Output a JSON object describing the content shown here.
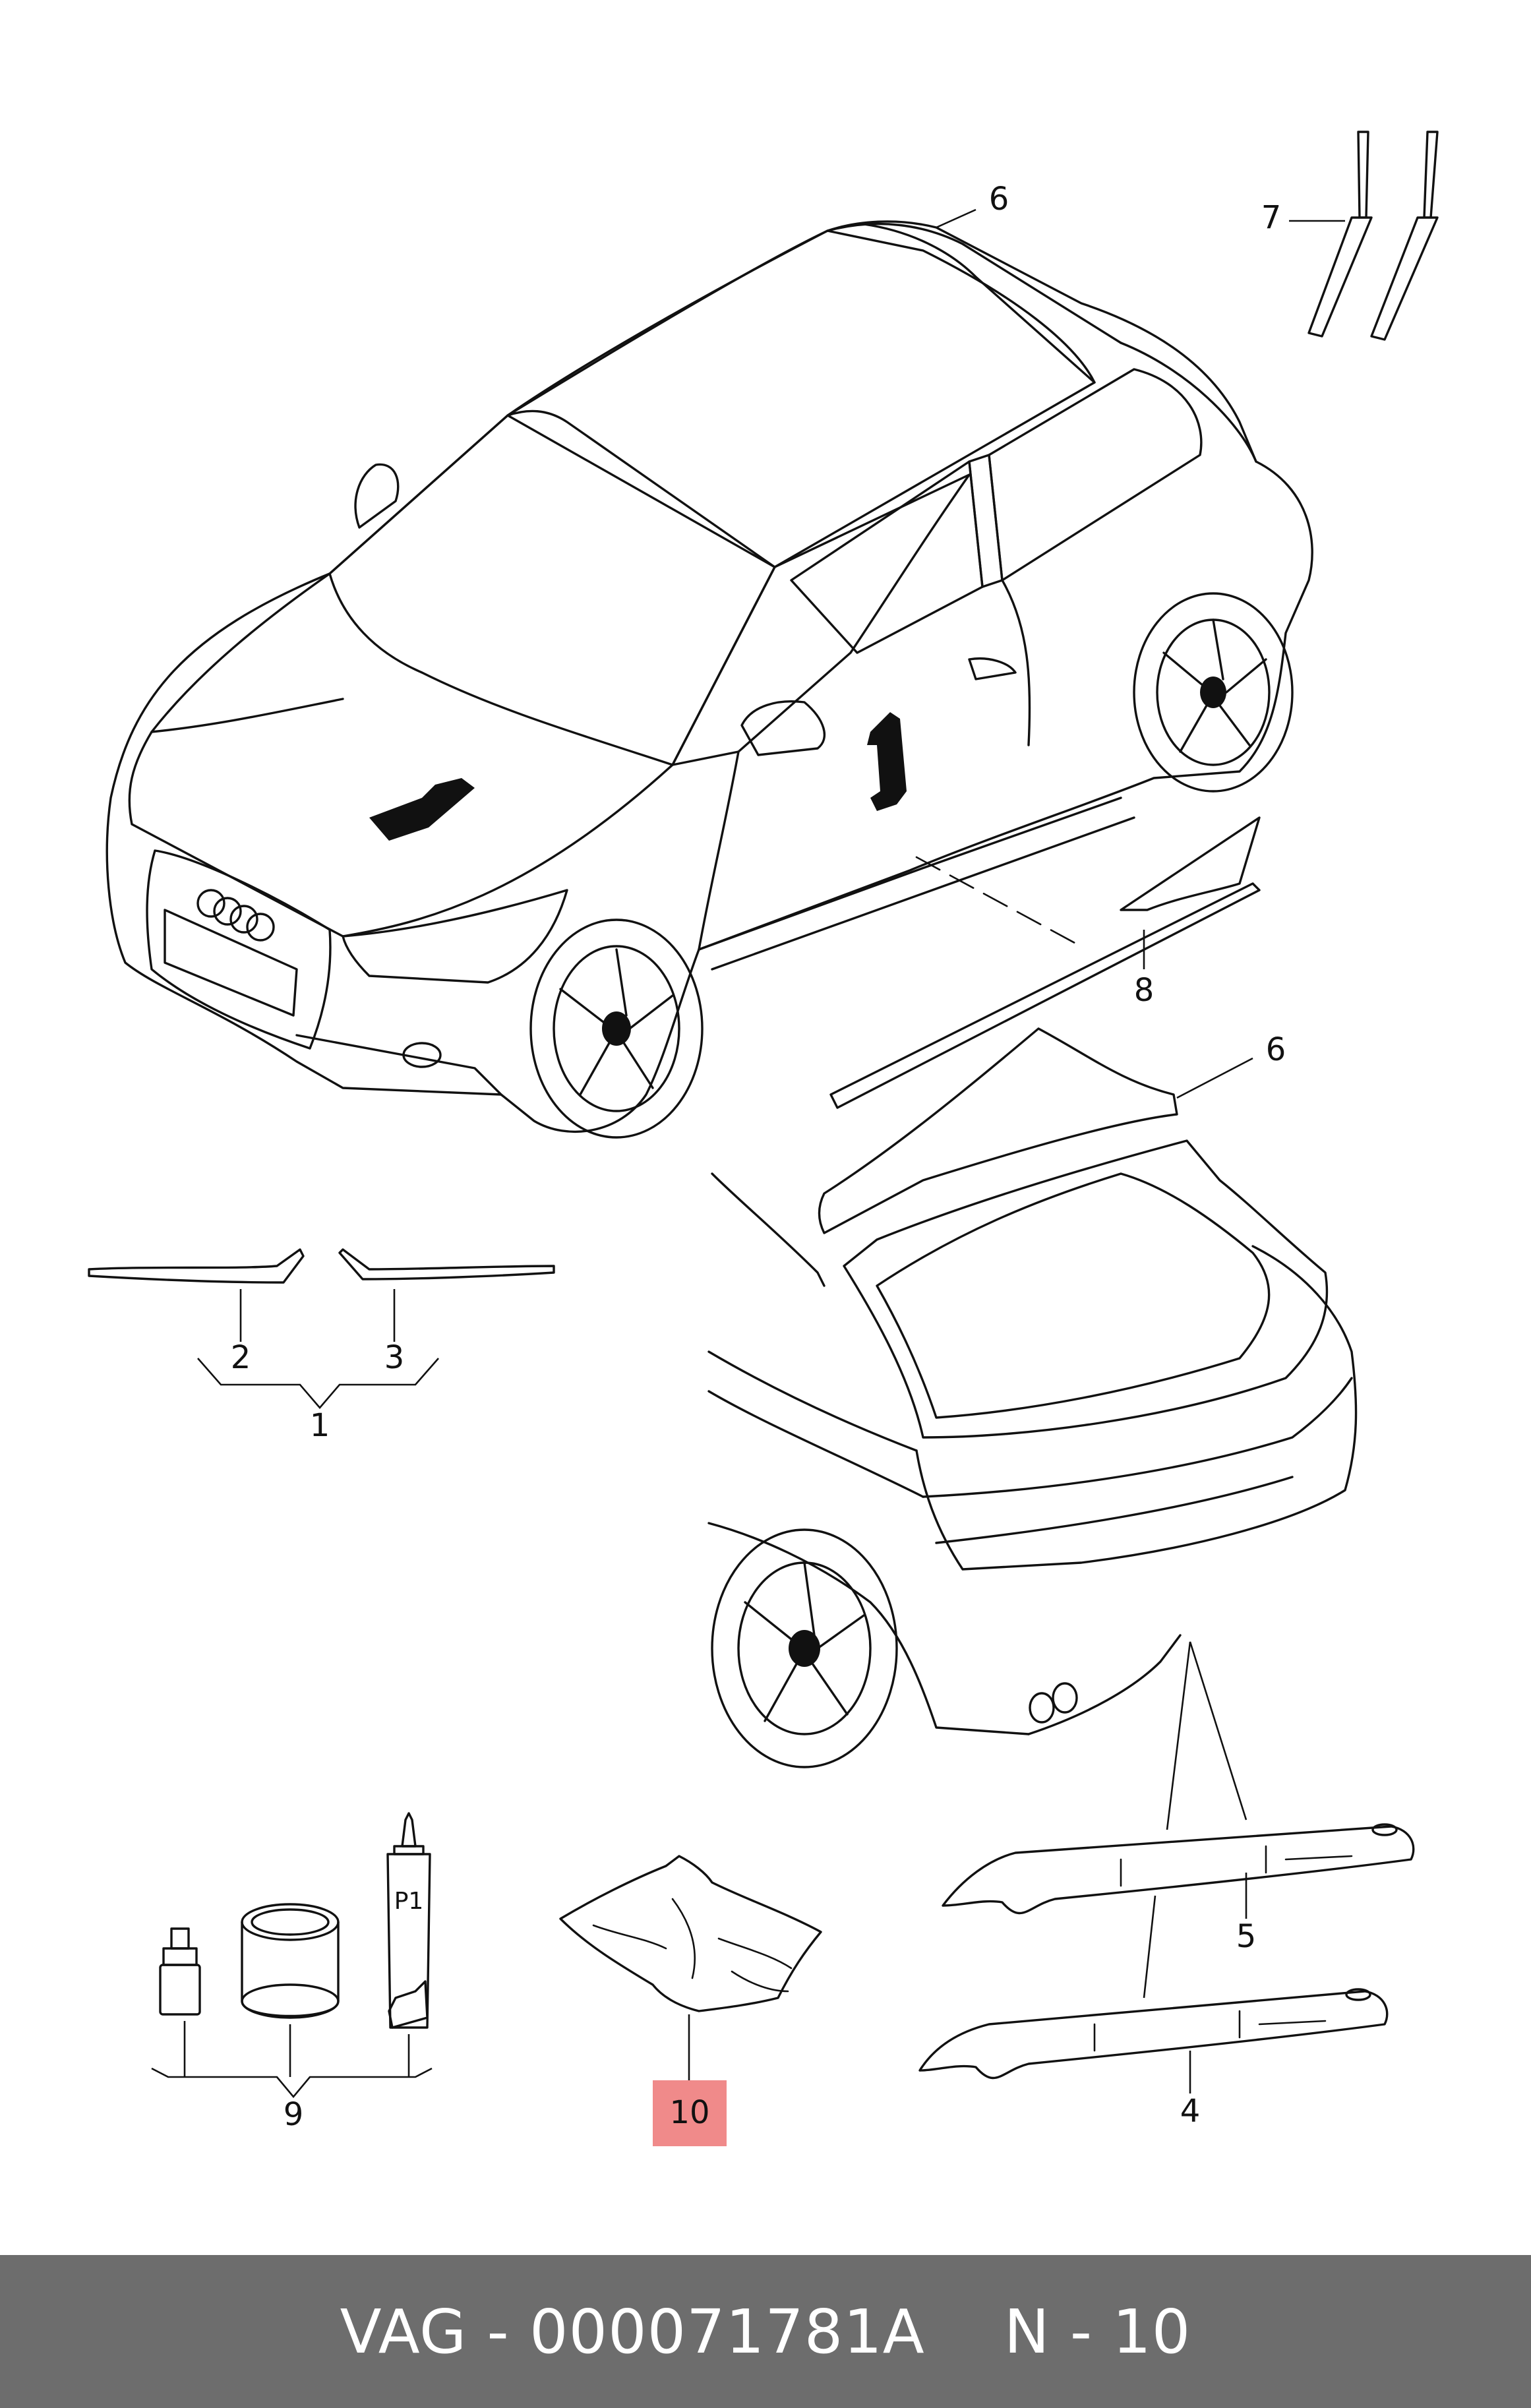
{
  "footer": {
    "part_number": "VAG - 000071781A",
    "position": "N - 10"
  },
  "callouts": {
    "c1": "1",
    "c2": "2",
    "c3": "3",
    "c4": "4",
    "c5": "5",
    "c6a": "6",
    "c6b": "6",
    "c7": "7",
    "c8": "8",
    "c9": "9",
    "c10": "10",
    "tube_label": "P1"
  },
  "highlight_color": "#f08a8a"
}
